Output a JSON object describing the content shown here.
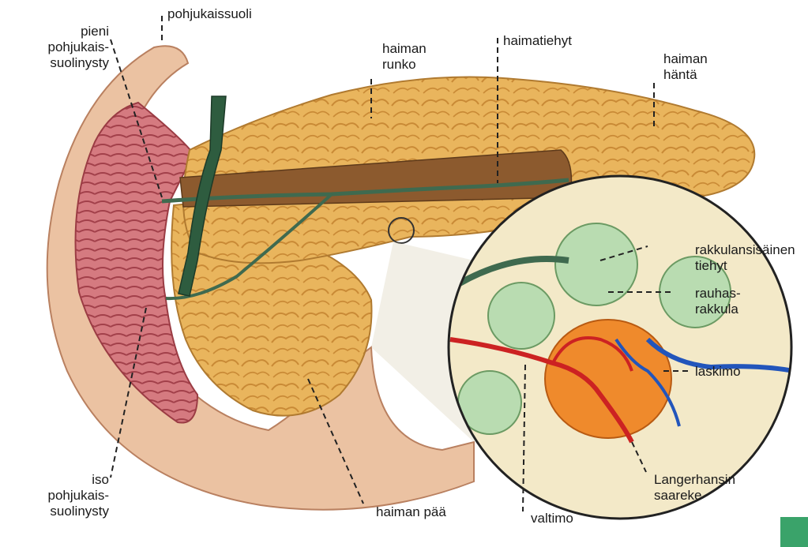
{
  "labels": {
    "pohjukaissuoli": "pohjukaissuoli",
    "pieni_pohjukaissuolinysty": "pieni\npohjukais-\nsuolinysty",
    "haiman_runko": "haiman\nrunko",
    "haimatiehyt": "haimatiehyt",
    "haiman_hanta": "haiman\nhäntä",
    "rakkulansisainen_tiehyt": "rakkulansisäinen\ntiehyt",
    "rauhasrakkula": "rauhas-\nrakkula",
    "laskimo": "laskimo",
    "langerhansin_saareke": "Langerhansin\nsaareke",
    "valtimo": "valtimo",
    "haiman_paa": "haiman pää",
    "iso_pohjukaissuolinysty": "iso\npohjukais-\nsuolinysty"
  },
  "colors": {
    "duodenum": "#ebc2a2",
    "duodenum_mucosa": "#c9676e",
    "pancreas": "#e9b55d",
    "duct_bg": "#8c5a2e",
    "bile_duct": "#2e5c3f",
    "acinus": "#b9dcb1",
    "islet": "#ef8a2c",
    "artery": "#cc2222",
    "vein": "#2255bb",
    "corner_mark": "#3aa36a"
  }
}
